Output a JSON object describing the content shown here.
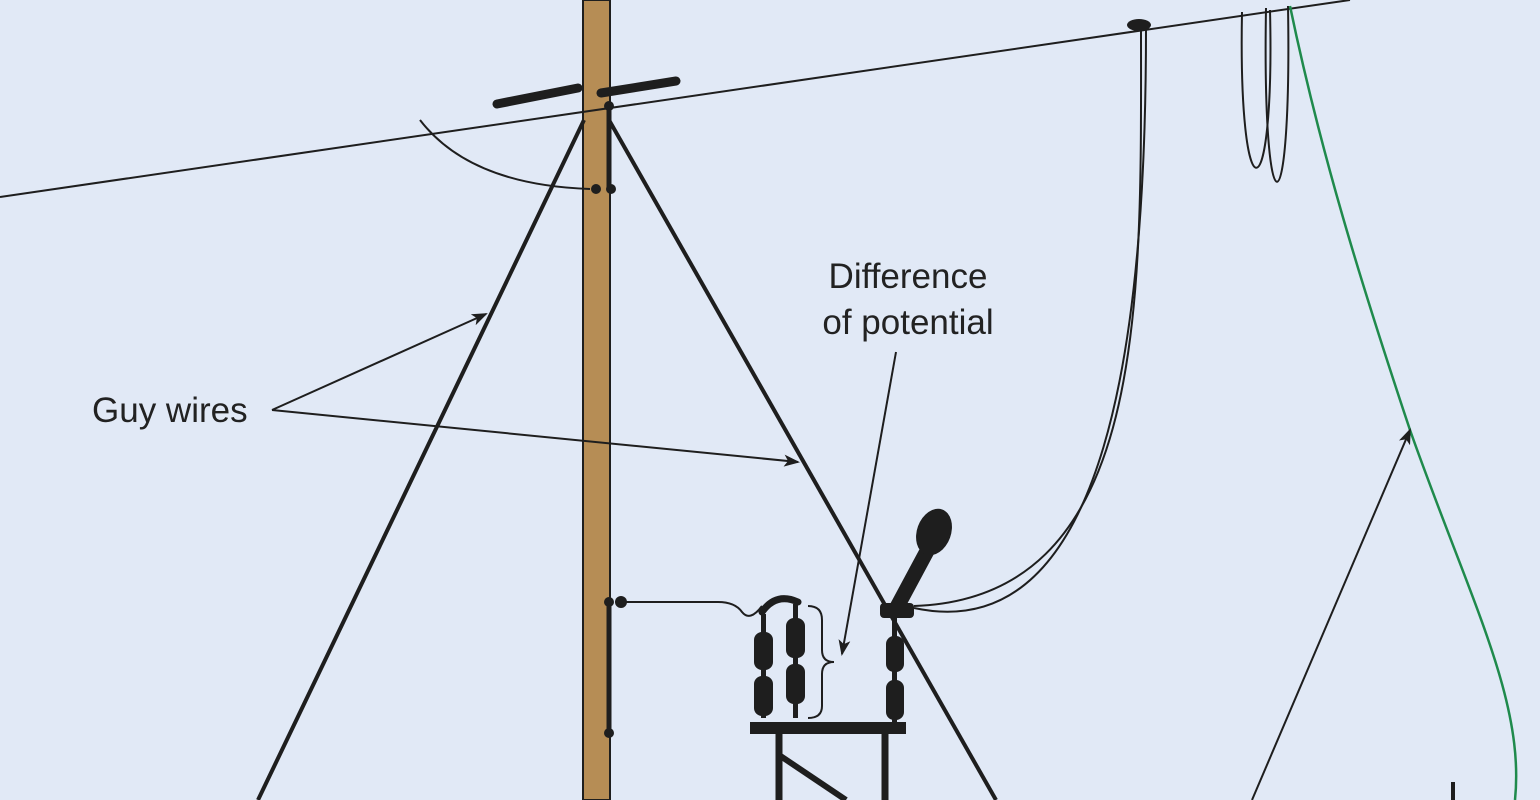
{
  "labels": {
    "guy_wires": "Guy wires",
    "difference_line1": "Difference",
    "difference_line2": "of potential"
  },
  "colors": {
    "background": "#e1e9f6",
    "pole": "#b68d55",
    "ink": "#1e1e1e",
    "green_wire": "#1f8a4c"
  }
}
